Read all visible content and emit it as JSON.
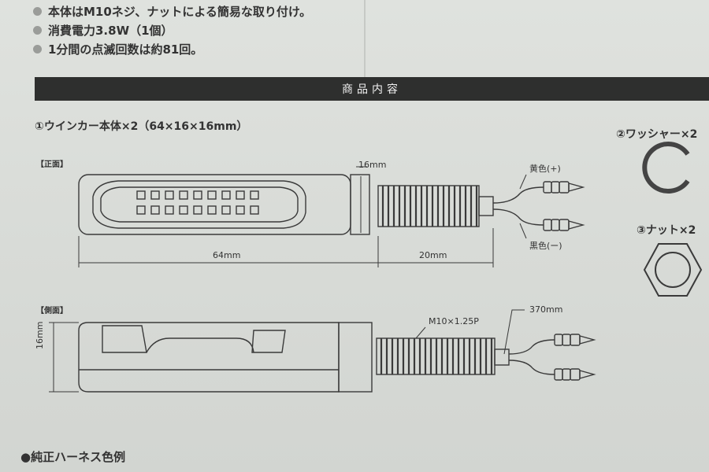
{
  "features": [
    "本体はM10ネジ、ナットによる簡易な取り付け。",
    "消費電力3.8W（1個）",
    "1分間の点滅回数は約81回。"
  ],
  "section_title": "商品内容",
  "item1": "①ウインカー本体×2（64×16×16mm）",
  "item2": "②ワッシャー×2",
  "item3": "③ナット×2",
  "view_front": "【正面】",
  "view_side": "【側面】",
  "dims": {
    "width_16": "16mm",
    "body_len": "64mm",
    "thread_len": "20mm",
    "height_16": "16mm",
    "thread_spec": "M10×1.25P",
    "cable_len": "370mm"
  },
  "wires": {
    "yellow": "黄色(+)",
    "black": "黒色(ー)"
  },
  "harness_title": "●純正ハーネス色例"
}
